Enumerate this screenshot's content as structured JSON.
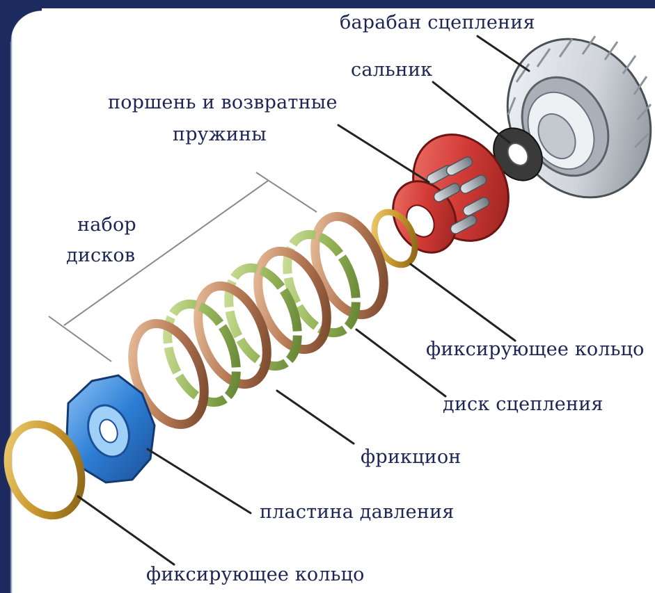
{
  "labels": {
    "drum": "барабан сцепления",
    "seal": "сальник",
    "piston_line1": "поршень и возвратные",
    "piston_line2": "пружины",
    "disc_set_line1": "набор",
    "disc_set_line2": "дисков",
    "snap_ring_upper": "фиксирующее кольцо",
    "clutch_disc": "диск сцепления",
    "friction": "фрикцион",
    "pressure_plate": "пластина давления",
    "snap_ring_lower": "фиксирующее кольцо"
  },
  "colors": {
    "frame": "#1c2a5e",
    "text": "#1c2553",
    "leader": "#222222",
    "bracket": "#8a8a8a",
    "drum": "#d9dde2",
    "seal": "#3a3a3a",
    "piston": "#d23a35",
    "spring": "#9ea6ad",
    "snap_ring": "#c8982e",
    "clutch_disc": "#b77a56",
    "friction_disc": "#96b55a",
    "pressure_plate": "#2d7fd6"
  }
}
